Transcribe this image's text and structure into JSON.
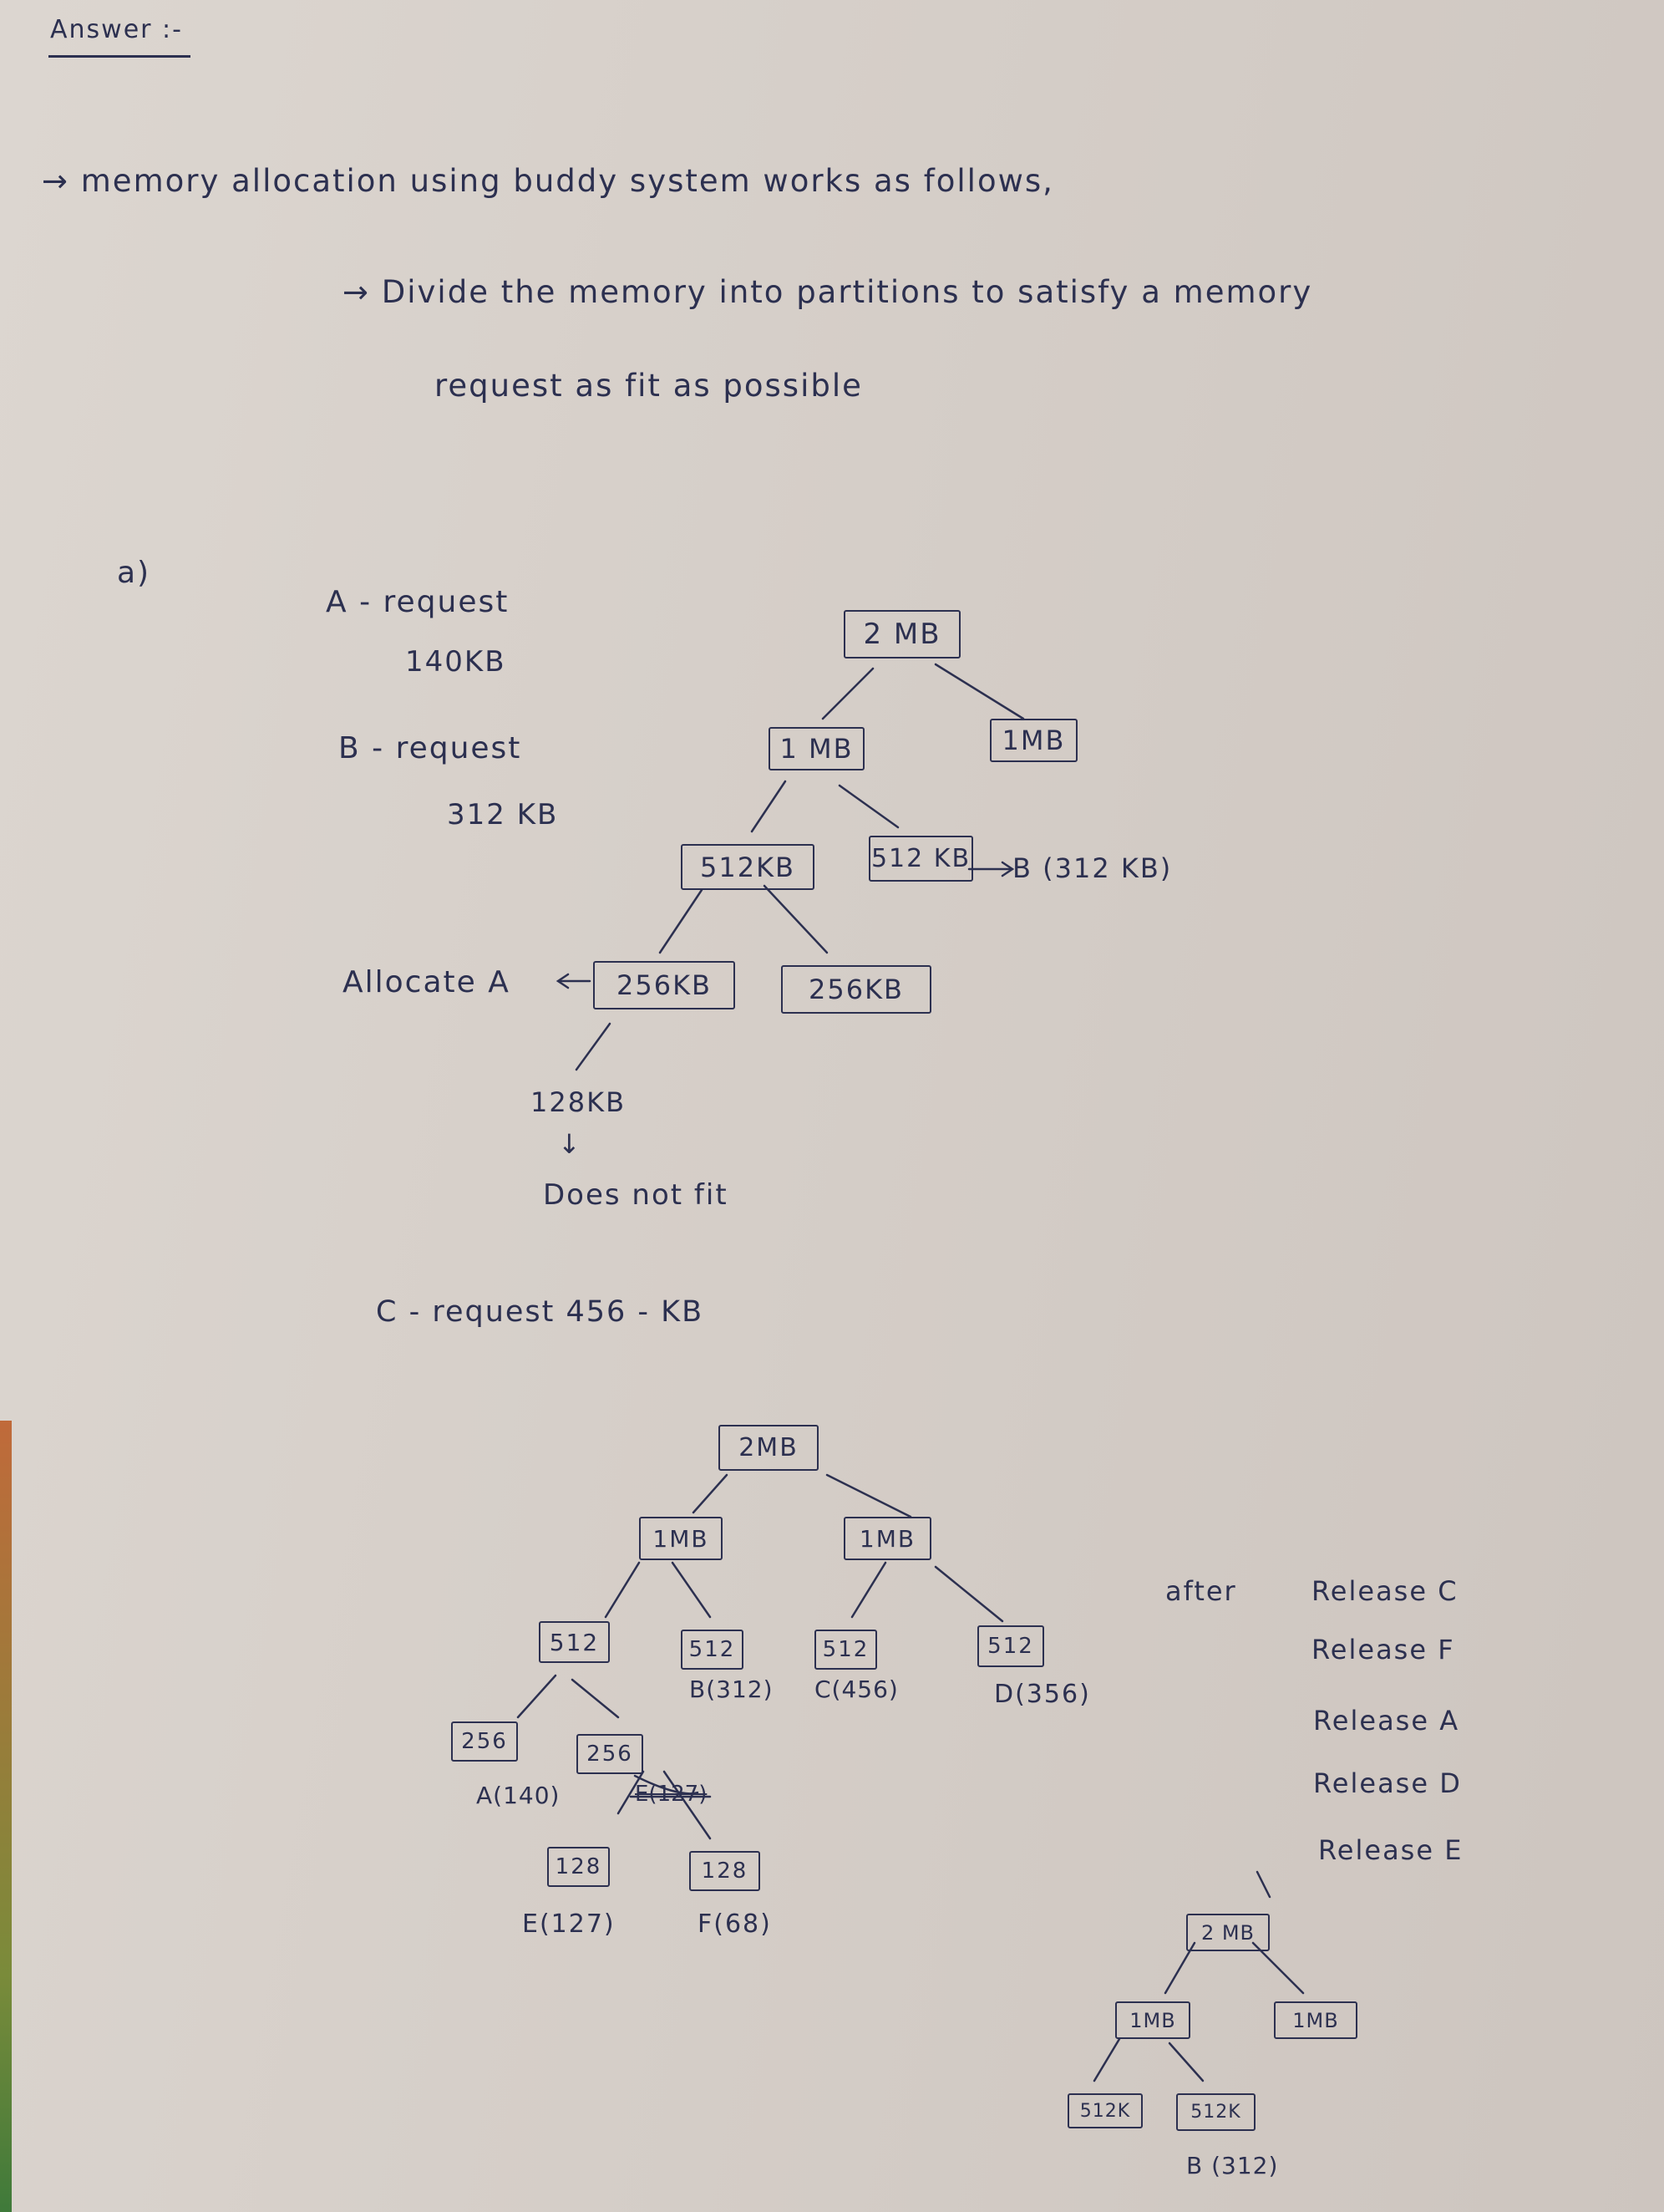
{
  "header": {
    "answer": "Answer :-"
  },
  "intro": {
    "line1": "→ memory allocation using buddy system works as follows,",
    "line2": "→ Divide the memory into partitions to satisfy a memory",
    "line3": "request as fit as possible"
  },
  "part_a": {
    "label": "a)",
    "a_request": "A - request",
    "a_size": "140KB",
    "b_request": "B - request",
    "b_size": "312 KB",
    "allocate_a": "Allocate A",
    "tree1": {
      "root": "2 MB",
      "left_1mb": "1 MB",
      "right_1mb": "1MB",
      "left_512": "512KB",
      "right_512": "512 KB",
      "b_alloc": "B (312 KB)",
      "left_256": "256KB",
      "right_256": "256KB",
      "note_128": "128KB",
      "note_arrow": "↓",
      "note_fit": "Does not fit"
    },
    "c_request": "C - request   456 - KB",
    "tree2": {
      "root": "2MB",
      "left_1mb": "1MB",
      "right_1mb": "1MB",
      "n512_a": "512",
      "n512_b": "512",
      "n512_c": "512",
      "n512_d": "512",
      "label_b": "B(312)",
      "label_c": "C(456)",
      "label_d": "D(356)",
      "n256_a": "256",
      "n256_b": "256",
      "label_a": "A(140)",
      "label_struck": "E(127)",
      "n128_a": "128",
      "n128_b": "128",
      "label_e": "E(127)",
      "label_f": "F(68)"
    },
    "after": {
      "after_label": "after",
      "releases": [
        "Release C",
        "Release F",
        "Release A",
        "Release D",
        "Release E"
      ]
    },
    "tree3": {
      "root": "2 MB",
      "left_1mb": "1MB",
      "right_1mb": "1MB",
      "left_512": "512K",
      "right_512": "512K",
      "label_b": "B (312)"
    }
  }
}
